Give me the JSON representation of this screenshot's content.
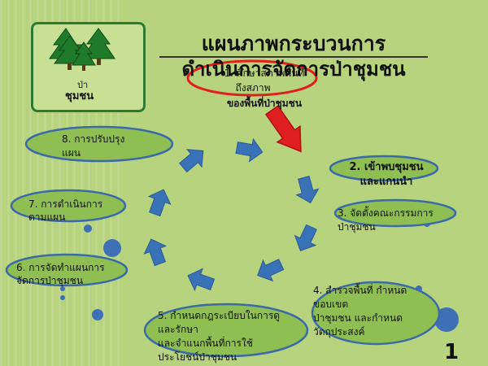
{
  "title": {
    "line1": "แผนภาพกระบวนการ",
    "line2": "ดำเนินการจัดการป่าชุมชน"
  },
  "logo": {
    "line1": "ป่า",
    "line2": "ชุมชน"
  },
  "steps": [
    {
      "text_line1": "1. ศึกษาสภาพพื้นที่",
      "text_line2": "ถึงสภาพ",
      "text_line3": "ของพื้นที่ป่าชุมชน"
    },
    {
      "text_line1": "2. เข้าพบชุมชน",
      "text_line2": "และแกนนำ"
    },
    {
      "text_line1": "3. จัดตั้งคณะกรรมการ",
      "text_line2": "ป่าชุมชน"
    },
    {
      "text_line1": "4. สำรวจพื้นที่ กำหนด",
      "text_line2": "ขอบเขต",
      "text_line3": "ป่าชุมชน และกำหนด",
      "text_line4": "วัตถุประสงค์"
    },
    {
      "text_line1": "5. กำหนดกฎระเบียบในการดู",
      "text_line2": "และรักษา",
      "text_line3": "และจำแนกพื้นที่การใช้",
      "text_line4": "ประโยชน์ป่าชุมชน"
    },
    {
      "text_line1": "6. การจัดทำแผนการ",
      "text_line2": "จัดการป่าชุมชน"
    },
    {
      "text_line1": "7. การดำเนินการ",
      "text_line2": "ตามแผน"
    },
    {
      "text_line1": "8. การปรับปรุง",
      "text_line2": "แผน"
    }
  ],
  "page_number": "1",
  "colors": {
    "background": "#b7d37e",
    "ellipse_fill": "#8fbf52",
    "ellipse_stroke": "#3a6aa8",
    "arrow_fill": "#3a72b8",
    "highlight_arrow": "#e02020",
    "highlight_ring": "#e02020",
    "dot_fill": "#3f6fb5"
  },
  "icons": [
    "tree-icon",
    "arrow-icon"
  ]
}
